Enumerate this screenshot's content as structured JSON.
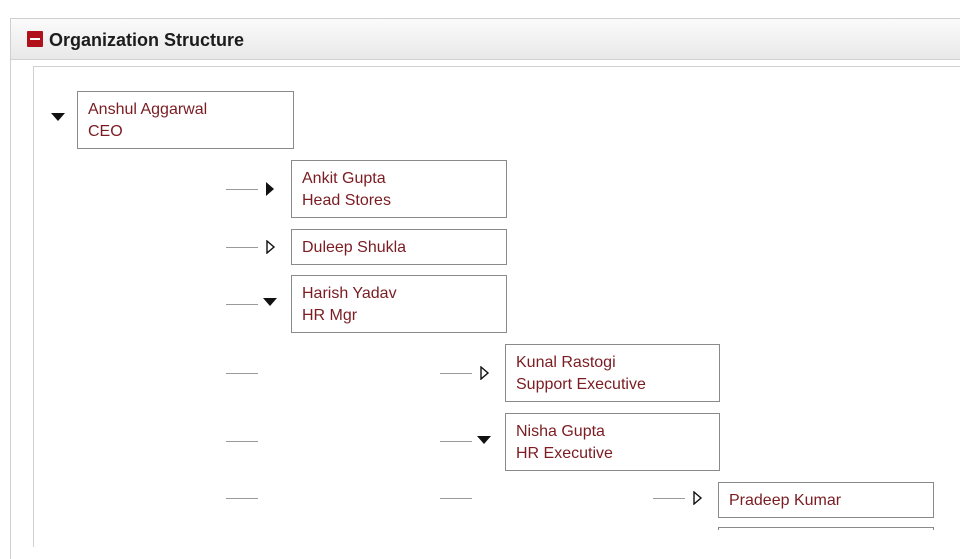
{
  "panel": {
    "title": "Organization Structure",
    "collapse_icon": "minus-square-icon",
    "accent_color": "#b0121b"
  },
  "tree": {
    "root": {
      "name": "Anshul Aggarwal",
      "title": "CEO",
      "state": "expanded"
    },
    "level1": [
      {
        "name": "Ankit Gupta",
        "title": "Head Stores",
        "state": "collapsed-filled"
      },
      {
        "name": "Duleep Shukla",
        "title": "",
        "state": "leaf"
      },
      {
        "name": "Harish Yadav",
        "title": "HR Mgr",
        "state": "expanded"
      }
    ],
    "level2": [
      {
        "name": "Kunal Rastogi",
        "title": "Support Executive",
        "state": "leaf"
      },
      {
        "name": "Nisha Gupta",
        "title": "HR Executive",
        "state": "expanded"
      }
    ],
    "level3": [
      {
        "name": "Pradeep Kumar",
        "title": "",
        "state": "leaf"
      }
    ]
  },
  "colors": {
    "node_text": "#7a1c22",
    "node_border": "#8a8a8a",
    "connector": "#9a9a9a"
  }
}
